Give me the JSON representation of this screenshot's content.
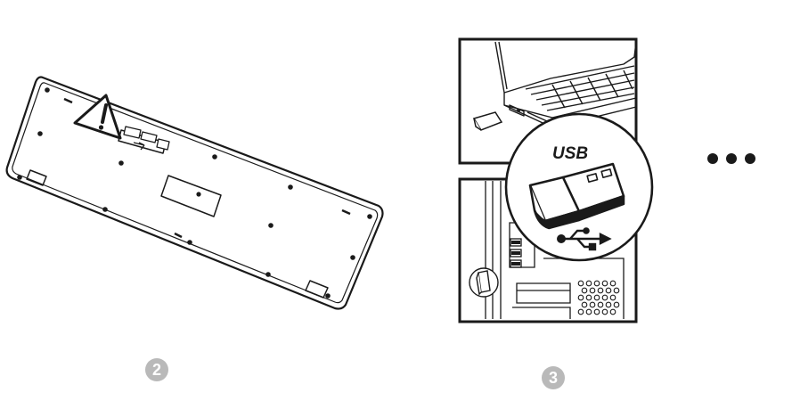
{
  "steps": {
    "step2_number": "2",
    "step3_number": "3"
  },
  "callout": {
    "usb_label": "USB",
    "usb_symbol_icon": "usb-trident-icon"
  },
  "more": {
    "icon": "ellipsis-icon"
  },
  "colors": {
    "line": "#1a1a1a",
    "badge": "#b9b9b9",
    "background": "#ffffff"
  }
}
